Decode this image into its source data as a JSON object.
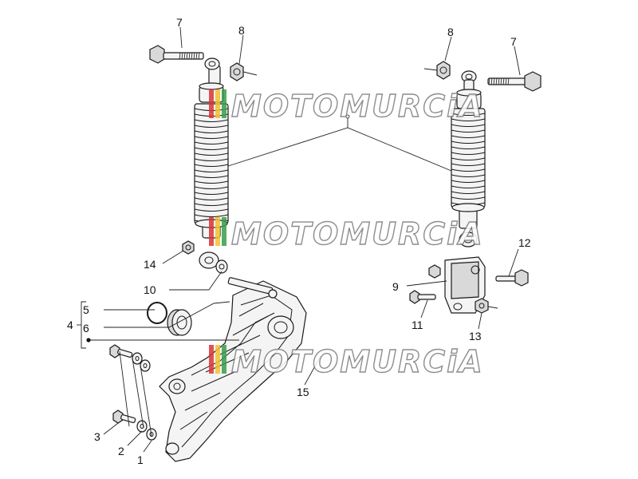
{
  "watermark": {
    "text": "MOTOMURCiA",
    "colors": {
      "red": "#d9353a",
      "yellow": "#f2c230",
      "green": "#3a9e4a"
    }
  },
  "callouts": {
    "n1": "1",
    "n2": "2",
    "n3": "3",
    "n4": "4",
    "n5": "5",
    "n6": "6",
    "n7_left": "7",
    "n7_right": "7",
    "n8_left": "8",
    "n8_right": "8",
    "n9": "9",
    "n10": "10",
    "n11": "11",
    "n12": "12",
    "n13": "13",
    "n14": "14",
    "n15": "15"
  }
}
